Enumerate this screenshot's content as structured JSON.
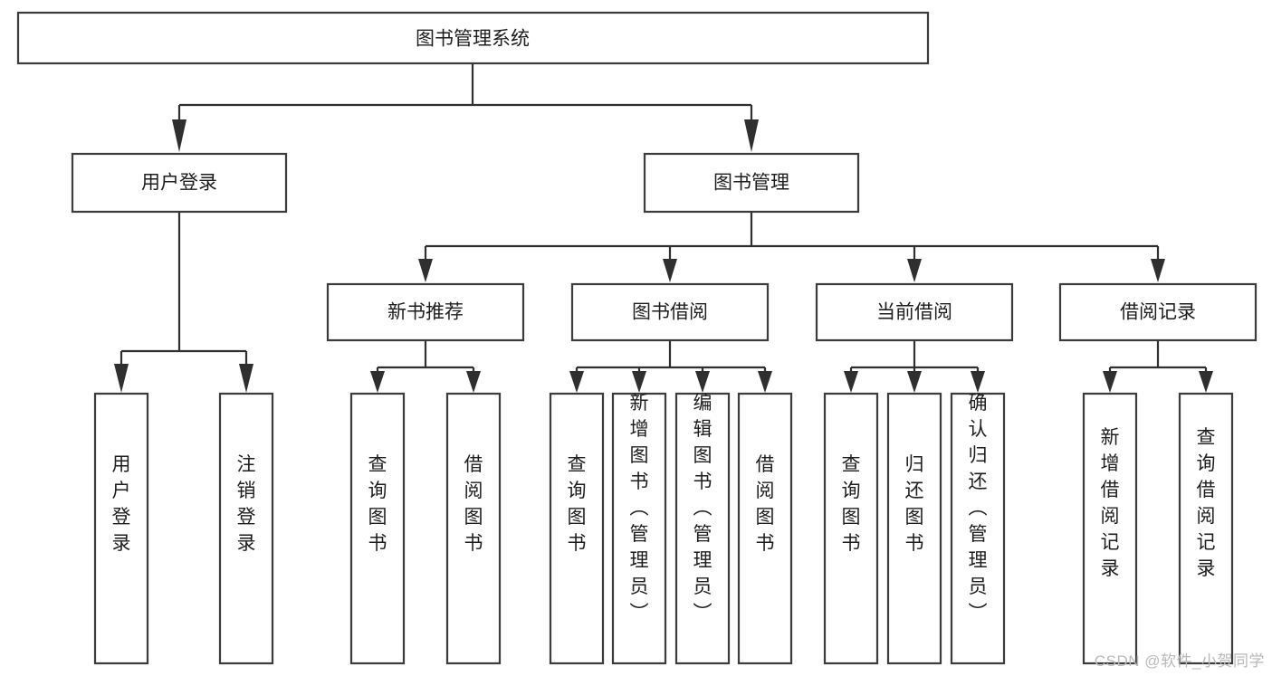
{
  "diagram": {
    "title": "图书管理系统",
    "type": "tree",
    "watermark": "CSDN @软件_小贺同学",
    "colors": {
      "box_stroke": "#3b3b3b",
      "box_fill": "#ffffff",
      "connector": "#2f2f2f",
      "text": "#1d1d1d",
      "watermark": "#b9b9b9",
      "background": "#ffffff"
    },
    "levels": {
      "root": {
        "label": "图书管理系统"
      },
      "level2": [
        {
          "label": "用户登录"
        },
        {
          "label": "图书管理"
        }
      ],
      "level3": [
        {
          "label": "新书推荐"
        },
        {
          "label": "图书借阅"
        },
        {
          "label": "当前借阅"
        },
        {
          "label": "借阅记录"
        }
      ],
      "leaves": {
        "user_login": [
          {
            "label": "用户登录"
          },
          {
            "label": "注销登录"
          }
        ],
        "new_book_recommend": [
          {
            "label": "查询图书"
          },
          {
            "label": "借阅图书"
          }
        ],
        "book_borrow": [
          {
            "label": "查询图书"
          },
          {
            "label": "新增图书（管理员）"
          },
          {
            "label": "编辑图书（管理员）"
          },
          {
            "label": "借阅图书"
          }
        ],
        "current_borrow": [
          {
            "label": "查询图书"
          },
          {
            "label": "归还图书"
          },
          {
            "label": "确认归还（管理员）"
          }
        ],
        "borrow_record": [
          {
            "label": "新增借阅记录"
          },
          {
            "label": "查询借阅记录"
          }
        ]
      }
    }
  }
}
